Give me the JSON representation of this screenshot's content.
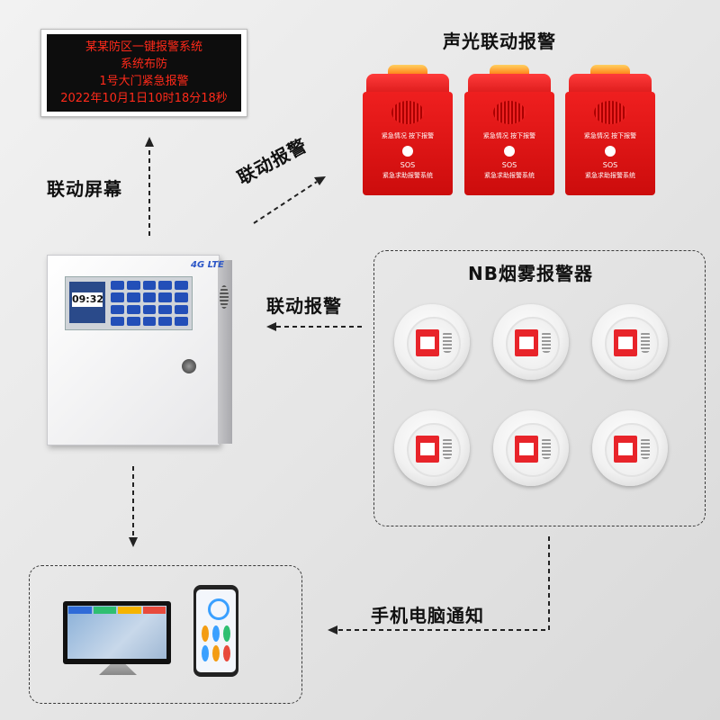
{
  "led_screen": {
    "lines": [
      "某某防区一键报警系统",
      "系统布防",
      "1号大门紧急报警",
      "2022年10月1日10时18分18秒"
    ]
  },
  "labels": {
    "screen_link": "联动屏幕",
    "alarm_link_top": "联动报警",
    "sound_light": "声光联动报警",
    "nb_smoke": "NB烟雾报警器",
    "alarm_link_mid": "联动报警",
    "phone_pc": "手机电脑通知"
  },
  "alarm_device": {
    "text1": "紧急情况 按下报警",
    "sos": "SOS",
    "text2": "紧急求助报警系统"
  },
  "panel": {
    "clock": "09:32",
    "logo": "4G LTE"
  },
  "colors": {
    "led_text": "#ff2a1a",
    "alarm_red": "#dd1414",
    "panel_key": "#234fb8"
  }
}
